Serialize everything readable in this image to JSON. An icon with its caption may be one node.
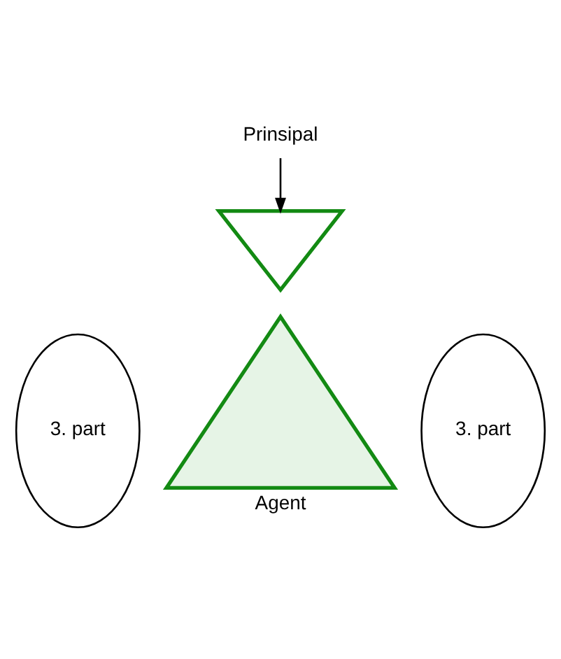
{
  "diagram": {
    "nodes": [
      {
        "text": [
          "Prinsipal"
        ]
      },
      {
        "text": [],
        "shape": "triangle"
      },
      {
        "text": [
          "3. part"
        ]
      },
      {
        "text": [
          "3. part"
        ]
      },
      {
        "text": [
          "Agent"
        ]
      }
    ],
    "edges": [
      {
        "from": 0,
        "to": 1,
        "arrow": "to"
      }
    ]
  }
}
